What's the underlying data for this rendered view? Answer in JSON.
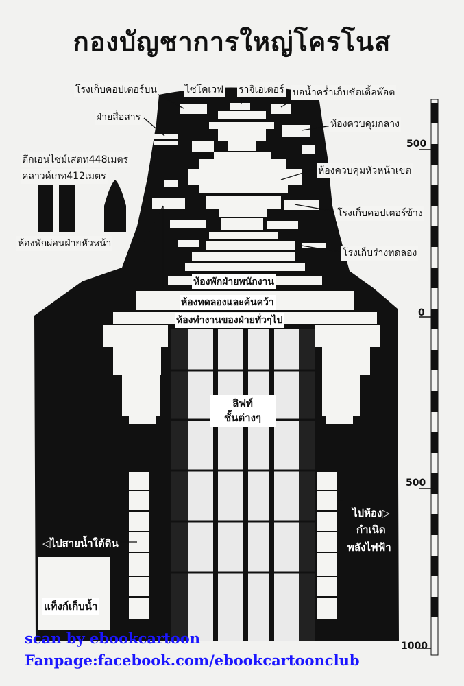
{
  "title": "กองบัญชาการใหญ่โครโนส",
  "labels": {
    "computer_upper": "โรงเก็บคอปเตอร์บน",
    "microwave": "ไซโคเวฟ",
    "radiator": "ราจิเอเตอร์",
    "shuttle_pod": "บอน้ำคร่ำเก็บชัตเติ้ลพ๊อต",
    "communication": "ฝ่ายสื่อสาร",
    "central_control": "ห้องควบคุมกลาง",
    "ensign_tower": "ตึกเอนไซม์เสตท448เมตร",
    "cloud_gate": "คลาวด์เกท412เมตร",
    "zone_control": "ห้องควบคุมหัวหน้าเขต",
    "copter_side": "โรงเก็บคอปเตอร์ข้าง",
    "chief_rest": "ห้องพักผ่อนฝ่ายหัวหน้า",
    "prototype_hangar": "โรงเก็บร่างทดลอง",
    "staff_rest": "ห้องพักฝ่ายพนักงาน",
    "research": "ห้องทดลองและค้นคว้า",
    "general_office": "ห้องทำงานของฝ่ายทั่วๆไป",
    "lift_line1": "ลิฟท์",
    "lift_line2": "ชั้นต่างๆ",
    "generator_line1": "ไปห้อง▷",
    "generator_line2": "กำเนิด",
    "generator_line3": "พลังไฟฟ้า",
    "underground_water": "◁ไปสายน้ำใต้ดิน",
    "water_tank": "แท็งก์เก็บน้ำ"
  },
  "scale": {
    "mark_500_top": "500",
    "mark_0": "0",
    "mark_500_bottom": "500",
    "mark_1000": "1000"
  },
  "credits": {
    "scan": "scan by ebookcartoon",
    "fanpage": "Fanpage:facebook.com/ebookcartoonclub"
  },
  "colors": {
    "ink": "#111111",
    "paper": "#f2f2f0",
    "credit_blue": "#1b16ff"
  }
}
